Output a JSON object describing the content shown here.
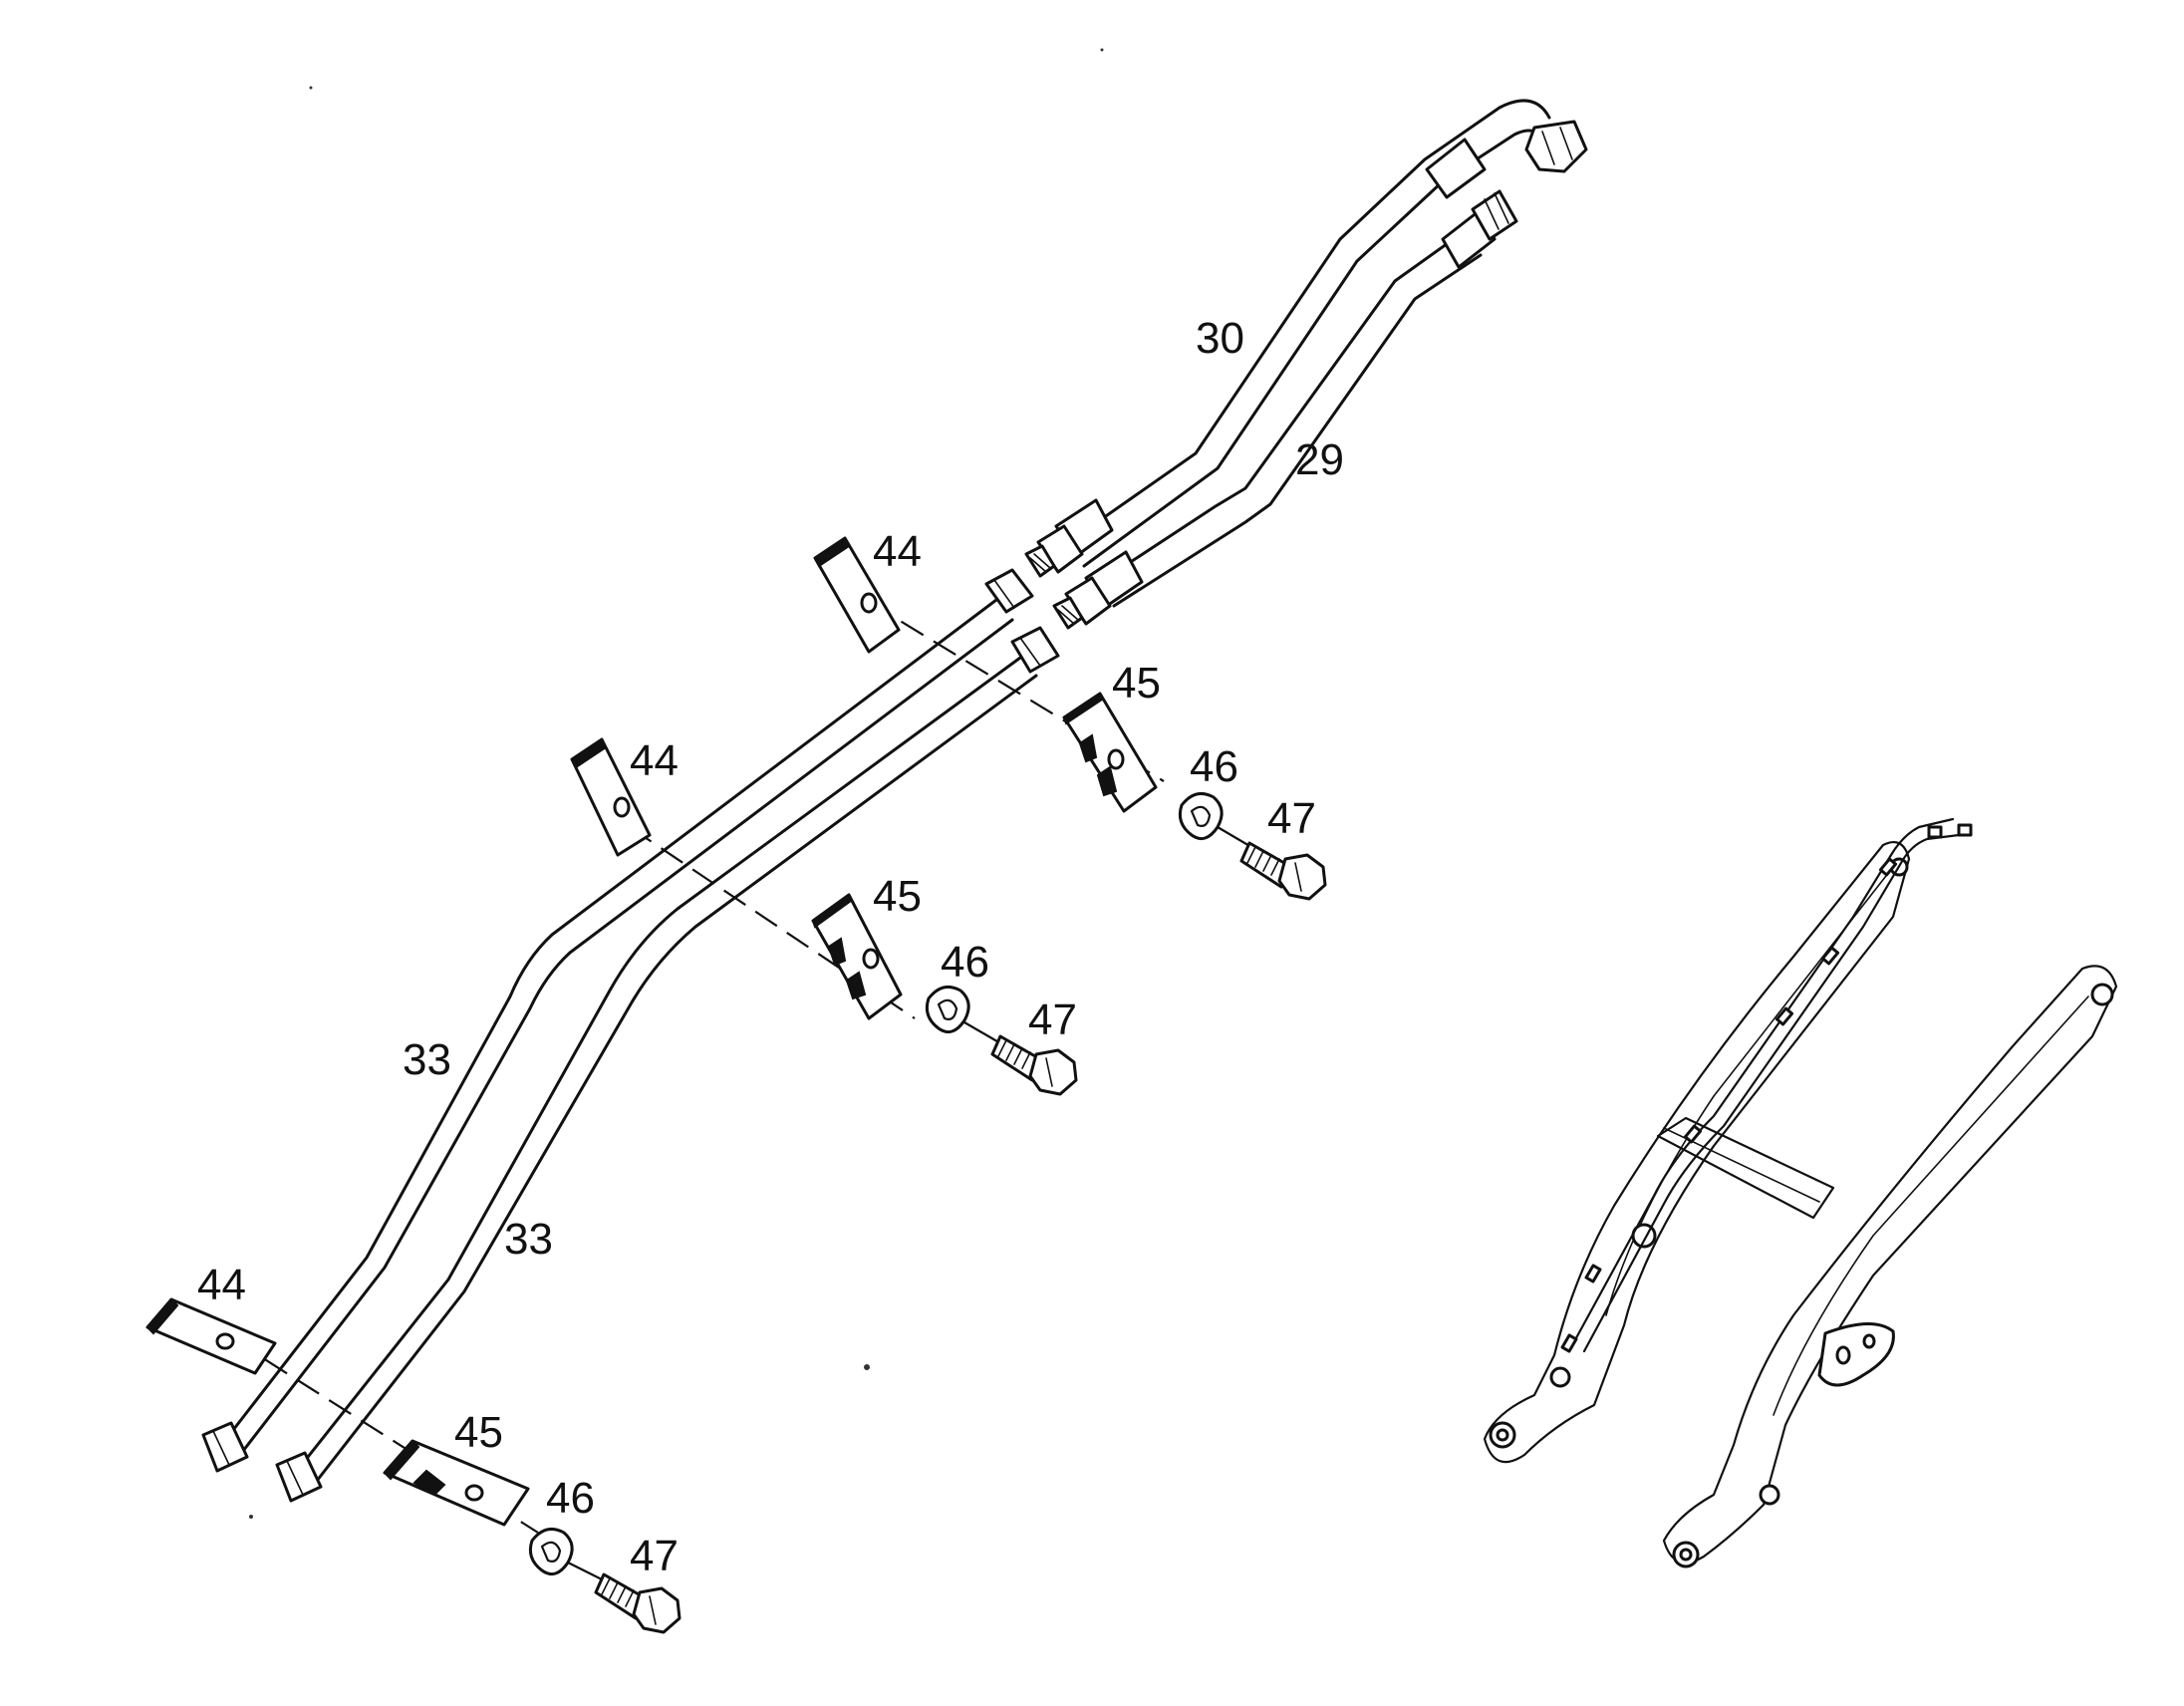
{
  "diagram": {
    "kind": "exploded parts diagram",
    "colors": {
      "line": "#111111",
      "background": "#ffffff"
    },
    "callouts": {
      "hose_30": "30",
      "hose_29": "29",
      "pipe_33_upper": "33",
      "pipe_33_lower": "33",
      "clamp_44_a": "44",
      "clamp_44_b": "44",
      "clamp_44_c": "44",
      "clamp_45_a": "45",
      "clamp_45_b": "45",
      "clamp_45_c": "45",
      "washer_46_a": "46",
      "washer_46_b": "46",
      "washer_46_c": "46",
      "bolt_47_a": "47",
      "bolt_47_b": "47",
      "bolt_47_c": "47"
    }
  }
}
